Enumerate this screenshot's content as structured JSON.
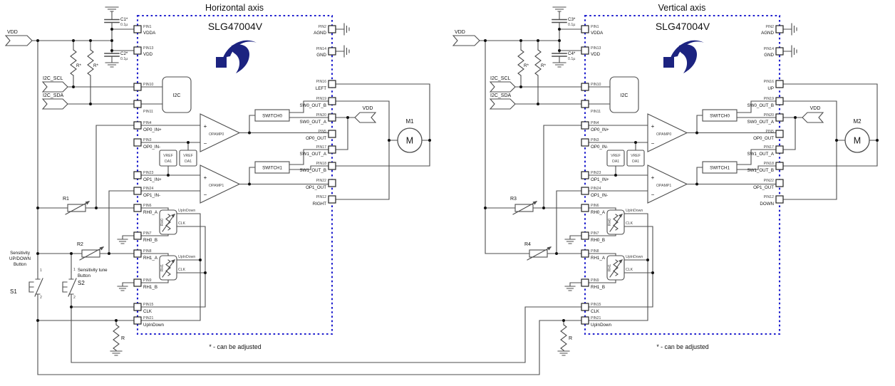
{
  "colors": {
    "border": "#1f1fce",
    "logo": "#1c2380"
  },
  "left": {
    "axis_title": "Horizontal axis",
    "chip_name": "SLG47004V",
    "note": "* - can be adjusted",
    "vdd_rail": "VDD",
    "vdd_motor": "VDD",
    "scl": "I2C_SCL",
    "sda": "I2C_SDA",
    "cap_top_name": "C1*",
    "cap_top_val": "0.1µ",
    "cap_bot_name": "C2*",
    "cap_bot_val": "0.1µ",
    "pullup1": "R*",
    "pullup2": "R*",
    "pot1": "R1",
    "pot2": "R2",
    "pulldown": "R",
    "s1": {
      "name": "S1",
      "cap1": "Sensitivity",
      "cap2": "UP/DOWN",
      "cap3": "Button",
      "t1": "1",
      "t2": "2"
    },
    "s2": {
      "name": "S2",
      "cap1": "Sensitivity tune",
      "cap2": "Button",
      "t1": "1",
      "t2": "2"
    },
    "motor_name": "M1",
    "motor_sym": "M",
    "blocks": {
      "i2c": "I2C",
      "opamp0": "OPAMP0",
      "opamp1": "OPAMP1",
      "plus": "+",
      "minus": "−",
      "vref1a": "VREF",
      "vref1b": "OA1",
      "vref2a": "VREF",
      "vref2b": "OA1",
      "sw0": "SWITCH0",
      "sw1": "SWITCH1",
      "rh0": "RH0",
      "rh1": "RH1",
      "rh0_ud": "UpInDown",
      "rh0_clk": "CLK",
      "rh1_ud": "UpInDown",
      "rh1_clk": "CLK"
    },
    "pins_left": [
      {
        "pin": "PIN1",
        "label": "VDDA"
      },
      {
        "pin": "PIN13",
        "label": "VDD"
      },
      {
        "pin": "PIN10",
        "label": ""
      },
      {
        "pin": "PIN11",
        "label": ""
      },
      {
        "pin": "PIN4",
        "label": "OP0_IN+"
      },
      {
        "pin": "PIN3",
        "label": "OP0_IN-"
      },
      {
        "pin": "PIN23",
        "label": "OP1_IN+"
      },
      {
        "pin": "PIN24",
        "label": "OP1_IN-"
      },
      {
        "pin": "PIN6",
        "label": "RH0_A"
      },
      {
        "pin": "PIN7",
        "label": "RH0_B"
      },
      {
        "pin": "PIN8",
        "label": "RH1_A"
      },
      {
        "pin": "PIN9",
        "label": "RH1_B"
      },
      {
        "pin": "PIN15",
        "label": "CLK"
      },
      {
        "pin": "PIN21",
        "label": "UpInDown"
      }
    ],
    "pins_right": [
      {
        "pin": "PIN2",
        "label": "AGND"
      },
      {
        "pin": "PIN14",
        "label": "GND"
      },
      {
        "pin": "PIN16",
        "label": "LEFT"
      },
      {
        "pin": "PIN19",
        "label": "SW0_OUT_B"
      },
      {
        "pin": "PIN20",
        "label": "SW0_OUT_A"
      },
      {
        "pin": "PIN5",
        "label": "OP0_OUT"
      },
      {
        "pin": "PIN17",
        "label": "SW1_OUT_A"
      },
      {
        "pin": "PIN18",
        "label": "SW1_OUT_B"
      },
      {
        "pin": "PIN22",
        "label": "OP1_OUT"
      },
      {
        "pin": "PIN12",
        "label": "RIGHT"
      }
    ]
  },
  "right": {
    "axis_title": "Vertical axis",
    "chip_name": "SLG47004V",
    "note": "* - can be adjusted",
    "vdd_rail": "VDD",
    "vdd_motor": "VDD",
    "scl": "I2C_SCL",
    "sda": "I2C_SDA",
    "cap_top_name": "C3*",
    "cap_top_val": "0.1µ",
    "cap_bot_name": "C4*",
    "cap_bot_val": "0.1µ",
    "pullup1": "R*",
    "pullup2": "R*",
    "pot1": "R3",
    "pot2": "R4",
    "pulldown": "R",
    "motor_name": "M2",
    "motor_sym": "M",
    "blocks": {
      "i2c": "I2C",
      "opamp0": "OPAMP0",
      "opamp1": "OPAMP1",
      "plus": "+",
      "minus": "−",
      "vref1a": "VREF",
      "vref1b": "OA1",
      "vref2a": "VREF",
      "vref2b": "OA1",
      "sw0": "SWITCH0",
      "sw1": "SWITCH1",
      "rh0": "RH0",
      "rh1": "RH1",
      "rh0_ud": "UpInDown",
      "rh0_clk": "CLK",
      "rh1_ud": "UpInDown",
      "rh1_clk": "CLK"
    },
    "pins_left": [
      {
        "pin": "PIN1",
        "label": "VDDA"
      },
      {
        "pin": "PIN13",
        "label": "VDD"
      },
      {
        "pin": "PIN10",
        "label": ""
      },
      {
        "pin": "PIN11",
        "label": ""
      },
      {
        "pin": "PIN4",
        "label": "OP0_IN+"
      },
      {
        "pin": "PIN3",
        "label": "OP0_IN-"
      },
      {
        "pin": "PIN23",
        "label": "OP1_IN+"
      },
      {
        "pin": "PIN24",
        "label": "OP1_IN-"
      },
      {
        "pin": "PIN6",
        "label": "RH0_A"
      },
      {
        "pin": "PIN7",
        "label": "RH0_B"
      },
      {
        "pin": "PIN8",
        "label": "RH1_A"
      },
      {
        "pin": "PIN9",
        "label": "RH1_B"
      },
      {
        "pin": "PIN15",
        "label": "CLK"
      },
      {
        "pin": "PIN21",
        "label": "UpInDown"
      }
    ],
    "pins_right": [
      {
        "pin": "PIN2",
        "label": "AGND"
      },
      {
        "pin": "PIN14",
        "label": "GND"
      },
      {
        "pin": "PIN16",
        "label": "UP"
      },
      {
        "pin": "PIN19",
        "label": "SW0_OUT_B"
      },
      {
        "pin": "PIN20",
        "label": "SW0_OUT_A"
      },
      {
        "pin": "PIN5",
        "label": "OP0_OUT"
      },
      {
        "pin": "PIN17",
        "label": "SW1_OUT_A"
      },
      {
        "pin": "PIN18",
        "label": "SW1_OUT_B"
      },
      {
        "pin": "PIN22",
        "label": "OP1_OUT"
      },
      {
        "pin": "PIN12",
        "label": "DOWN"
      }
    ]
  }
}
